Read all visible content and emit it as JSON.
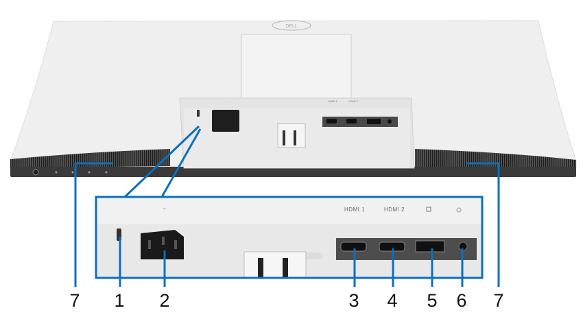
{
  "logo": "DELL",
  "colors": {
    "leader": "#0a6fc0",
    "body": "#ececec",
    "bezel": "#3a3a3a"
  },
  "port_labels": {
    "power": "~",
    "hdmi1": "HDMI 1",
    "hdmi2": "HDMI 2",
    "dp_icon": "displayport-icon",
    "audio_icon": "headphone-icon"
  },
  "callouts": [
    "7",
    "1",
    "2",
    "3",
    "4",
    "5",
    "6",
    "7"
  ]
}
